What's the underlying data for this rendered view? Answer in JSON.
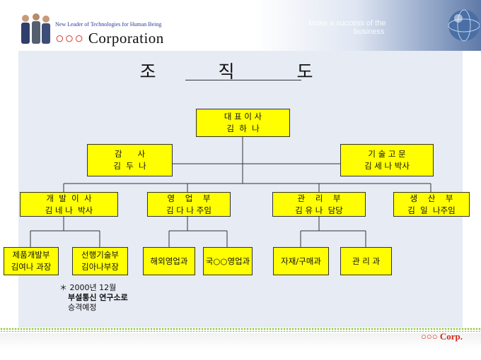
{
  "header": {
    "tagline": "New Leader of Technologies for Human Being",
    "company_marks": "○○○",
    "company_name": "Corporation",
    "slogan_line1": "Make a success of the",
    "slogan_line2": "business"
  },
  "chart": {
    "title": "조 직 도"
  },
  "org": {
    "ceo": {
      "title": "대 표 이 사",
      "name": "김  하  나"
    },
    "auditor": {
      "title": "감      사",
      "name": "김  두  나"
    },
    "advisor": {
      "title": "기 술 고 문",
      "name": "김 세 나 박사"
    },
    "vp": {
      "title": "개  발  이  사",
      "name": "김 네 나  박사"
    },
    "sales": {
      "title": "영    업    부",
      "name": "김 다 나 주임"
    },
    "mgmt": {
      "title": "관    리    부",
      "name": "김 유 나  담당"
    },
    "prod": {
      "title": "생    산    부",
      "name": "김  일  나주임"
    },
    "dev1": {
      "title": "제품개발부",
      "name": "김여나 과장"
    },
    "dev2": {
      "title": "선행기술부",
      "name": "김아나부장"
    },
    "sales1": {
      "title": "해외영업과"
    },
    "sales2": {
      "title": "국○○영업과"
    },
    "mgmt1": {
      "title": "자재/구매과"
    },
    "mgmt2": {
      "title": "관 리 과"
    }
  },
  "note": {
    "line1": "＊ 2000년  12월",
    "line2": "부설통신 연구소로",
    "line3": "승격예정"
  },
  "footer": {
    "marks": "○○○",
    "corp": "Corp."
  },
  "colors": {
    "box_fill": "#ffff00",
    "brand_red": "#d42a1a",
    "panel": "#e6ebf4"
  }
}
